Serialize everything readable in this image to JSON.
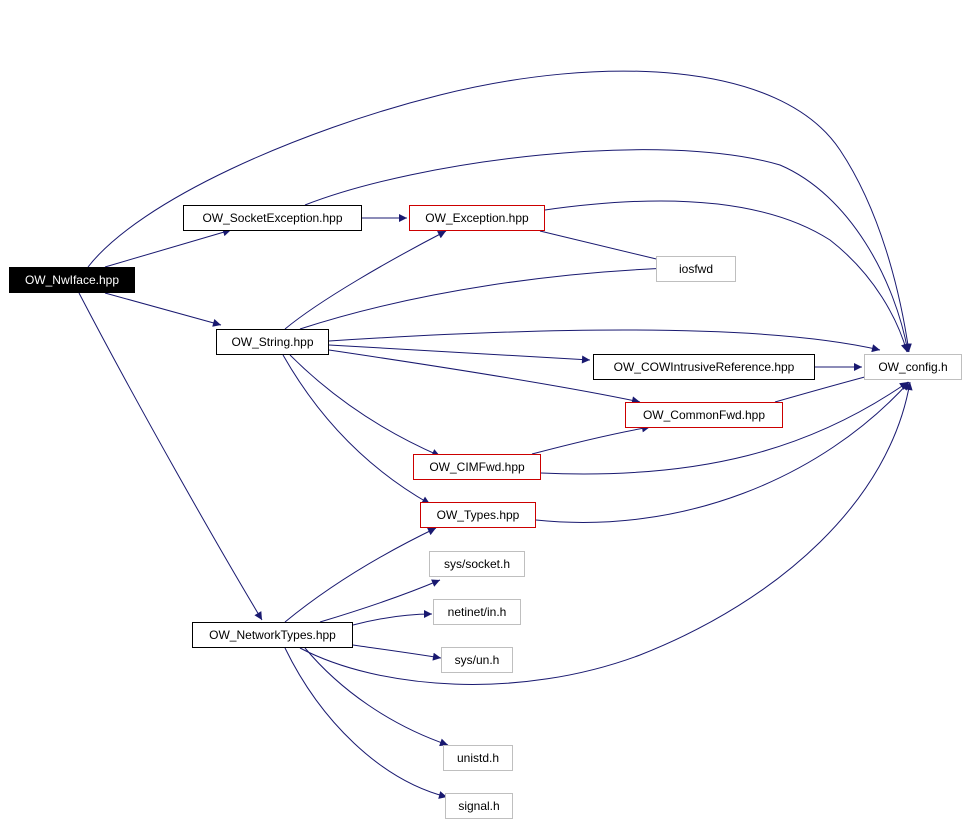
{
  "diagram": {
    "edge_color": "#191970",
    "style_colors": {
      "root": {
        "fill": "#000000",
        "text": "#ffffff"
      },
      "black": "#000000",
      "red": "#cc0000",
      "gray": "#bfbfbf"
    },
    "nodes": [
      {
        "id": "nwiface",
        "label": "OW_NwIface.hpp",
        "style": "root"
      },
      {
        "id": "socketexc",
        "label": "OW_SocketException.hpp",
        "style": "black"
      },
      {
        "id": "exception",
        "label": "OW_Exception.hpp",
        "style": "red"
      },
      {
        "id": "iosfwd",
        "label": "iosfwd",
        "style": "gray"
      },
      {
        "id": "string",
        "label": "OW_String.hpp",
        "style": "black"
      },
      {
        "id": "cowref",
        "label": "OW_COWIntrusiveReference.hpp",
        "style": "black"
      },
      {
        "id": "config",
        "label": "OW_config.h",
        "style": "gray"
      },
      {
        "id": "commonfwd",
        "label": "OW_CommonFwd.hpp",
        "style": "red"
      },
      {
        "id": "cimfwd",
        "label": "OW_CIMFwd.hpp",
        "style": "red"
      },
      {
        "id": "types",
        "label": "OW_Types.hpp",
        "style": "red"
      },
      {
        "id": "syssocket",
        "label": "sys/socket.h",
        "style": "gray"
      },
      {
        "id": "netinet",
        "label": "netinet/in.h",
        "style": "gray"
      },
      {
        "id": "networktypes",
        "label": "OW_NetworkTypes.hpp",
        "style": "black"
      },
      {
        "id": "sysun",
        "label": "sys/un.h",
        "style": "gray"
      },
      {
        "id": "unistd",
        "label": "unistd.h",
        "style": "gray"
      },
      {
        "id": "signal",
        "label": "signal.h",
        "style": "gray"
      }
    ],
    "edges": [
      {
        "from": "nwiface",
        "to": "config"
      },
      {
        "from": "nwiface",
        "to": "socketexc"
      },
      {
        "from": "nwiface",
        "to": "string"
      },
      {
        "from": "nwiface",
        "to": "networktypes"
      },
      {
        "from": "socketexc",
        "to": "exception"
      },
      {
        "from": "socketexc",
        "to": "config"
      },
      {
        "from": "exception",
        "to": "iosfwd"
      },
      {
        "from": "exception",
        "to": "config"
      },
      {
        "from": "string",
        "to": "exception"
      },
      {
        "from": "string",
        "to": "iosfwd"
      },
      {
        "from": "string",
        "to": "config"
      },
      {
        "from": "string",
        "to": "cowref"
      },
      {
        "from": "string",
        "to": "commonfwd"
      },
      {
        "from": "string",
        "to": "cimfwd"
      },
      {
        "from": "string",
        "to": "types"
      },
      {
        "from": "cowref",
        "to": "config"
      },
      {
        "from": "commonfwd",
        "to": "config"
      },
      {
        "from": "cimfwd",
        "to": "commonfwd"
      },
      {
        "from": "cimfwd",
        "to": "config"
      },
      {
        "from": "types",
        "to": "config"
      },
      {
        "from": "networktypes",
        "to": "types"
      },
      {
        "from": "networktypes",
        "to": "syssocket"
      },
      {
        "from": "networktypes",
        "to": "netinet"
      },
      {
        "from": "networktypes",
        "to": "sysun"
      },
      {
        "from": "networktypes",
        "to": "config"
      },
      {
        "from": "networktypes",
        "to": "unistd"
      },
      {
        "from": "networktypes",
        "to": "signal"
      }
    ]
  }
}
